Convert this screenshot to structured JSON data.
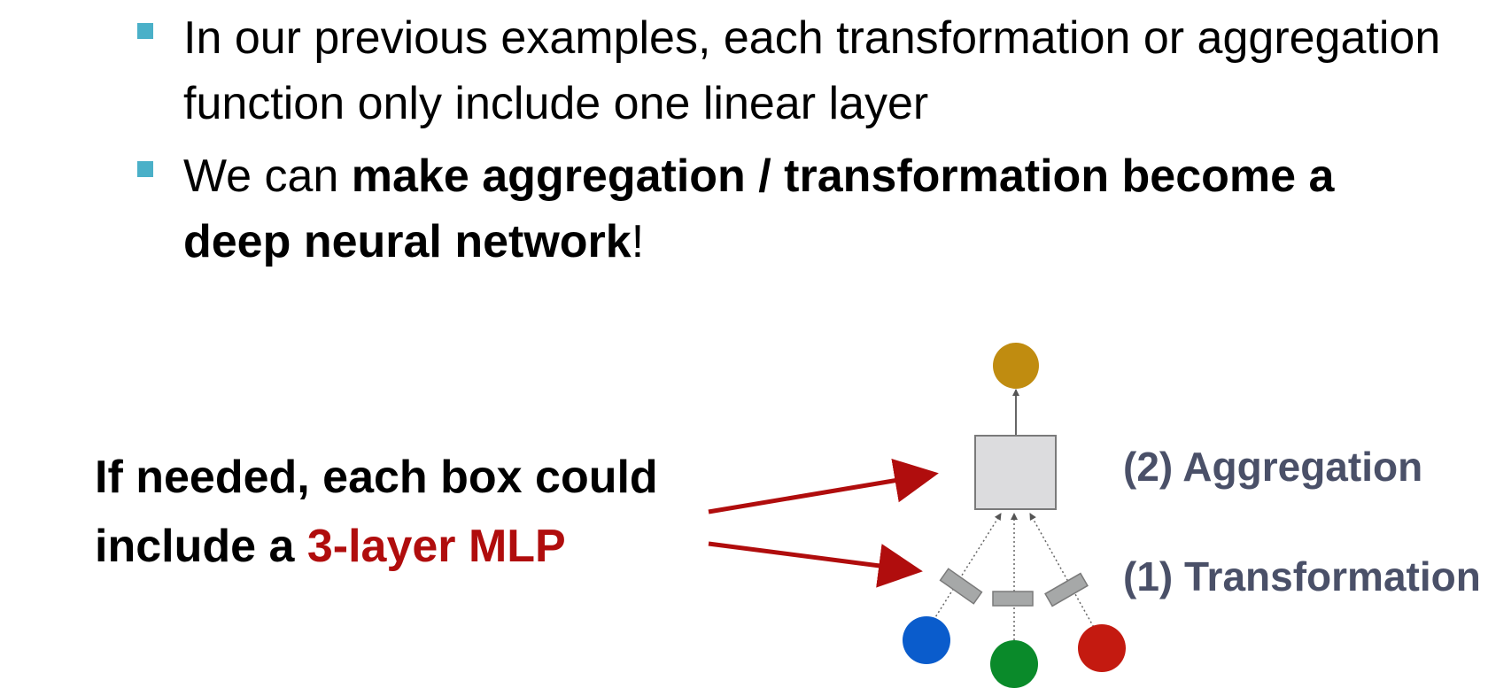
{
  "bullets": [
    {
      "plain_before": "In our previous examples, each transformation or aggregation function only include one linear layer",
      "bold": "",
      "plain_after": ""
    },
    {
      "plain_before": "We can ",
      "bold": "make aggregation / transformation become a deep neural network",
      "plain_after": "!"
    }
  ],
  "callout": {
    "line_text": "If needed, each box could include a ",
    "highlight": "3-layer MLP"
  },
  "diagram": {
    "aggregation_label": "(2) Aggregation",
    "transformation_label": "(1) Transformation",
    "colors": {
      "target_node": "#c08c10",
      "node_left": "#0a5ccc",
      "node_center": "#0a8a2a",
      "node_right": "#c41a10",
      "aggregation_box_fill": "#dcdcde",
      "aggregation_box_stroke": "#7a7a7a",
      "transform_box_fill": "#a6a8a8",
      "arrow_red": "#b00d0d",
      "bullet": "#4ab0c8",
      "label": "#4a5068"
    }
  }
}
